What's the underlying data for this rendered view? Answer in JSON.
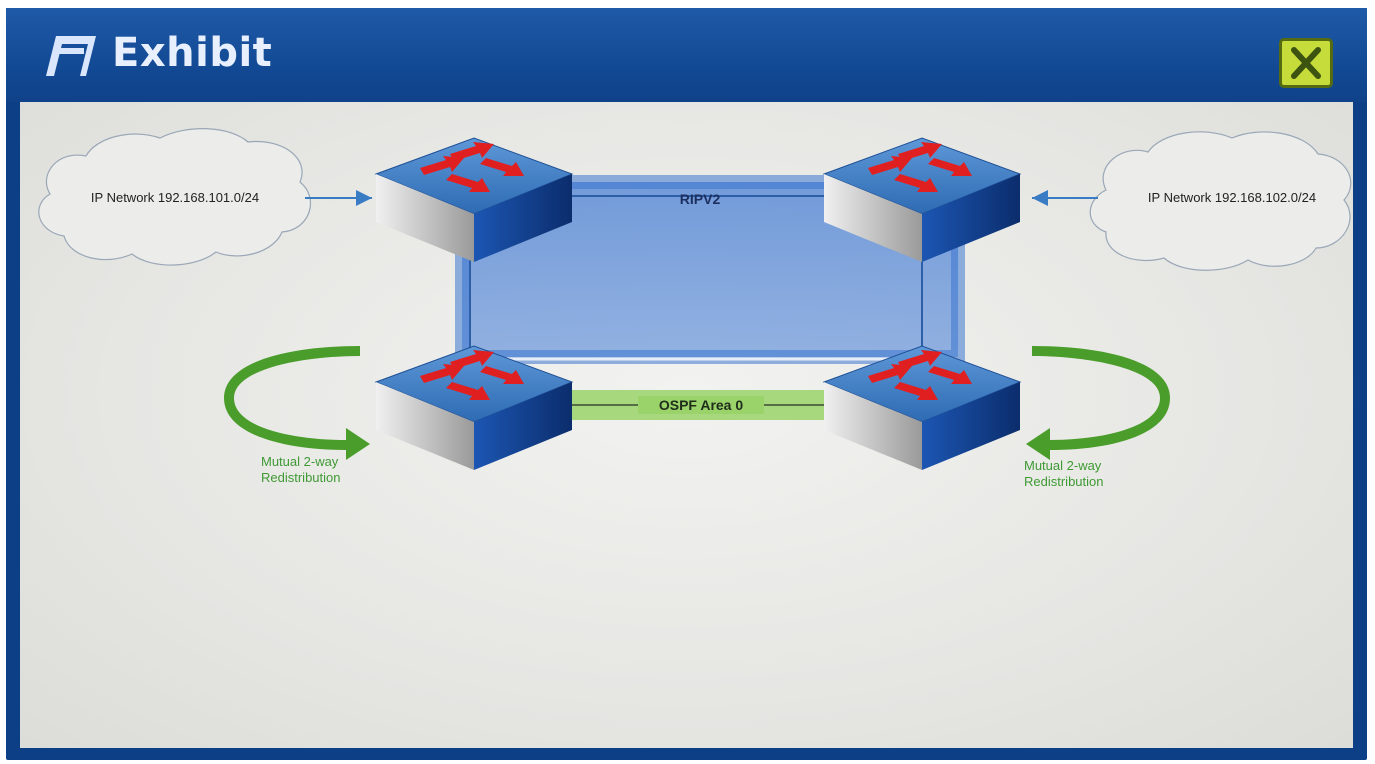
{
  "window": {
    "title": "Exhibit"
  },
  "diagram": {
    "cloud_left_label": "IP Network 192.168.101.0/24",
    "cloud_right_label": "IP Network 192.168.102.0/24",
    "ripv2_label": "RIPV2",
    "ospf_label": "OSPF Area 0",
    "redistribution_left": [
      "Mutual 2-way",
      "Redistribution"
    ],
    "redistribution_right": [
      "Mutual 2-way",
      "Redistribution"
    ]
  },
  "colors": {
    "title_bar": "#134a95",
    "close_button": "#c6dc3a",
    "rip_area": "#4f84d6",
    "ospf_link": "#9ad36a",
    "redistribution_arrow": "#4a9d2a",
    "router_top": "#3f7fc6",
    "router_arrow": "#e02020"
  }
}
